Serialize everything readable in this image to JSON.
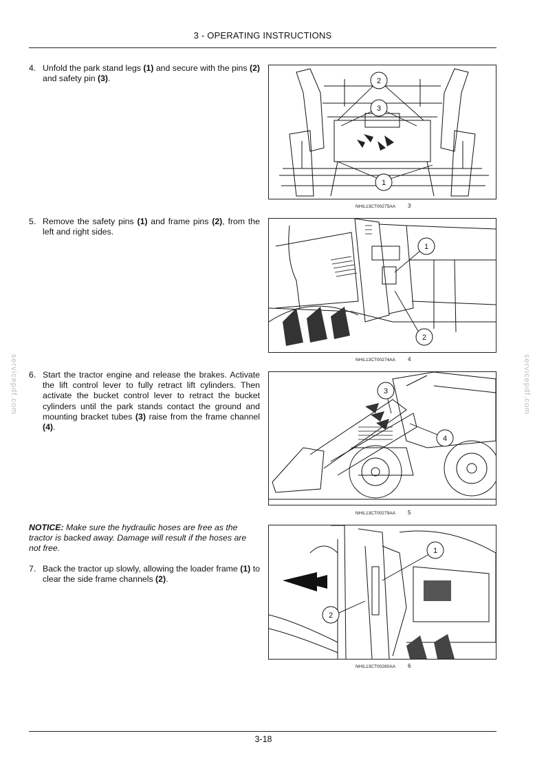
{
  "header": {
    "title": "3 - OPERATING INSTRUCTIONS"
  },
  "watermark": {
    "text": "servicepdf.com"
  },
  "steps": [
    {
      "num": "4.",
      "parts": [
        "Unfold the park stand legs ",
        "(1)",
        " and secure with the pins ",
        "(2)",
        " and safety pin ",
        "(3)",
        "."
      ]
    },
    {
      "num": "5.",
      "parts": [
        "Remove the safety pins ",
        "(1)",
        " and frame pins ",
        "(2)",
        ", from the left and right sides."
      ]
    },
    {
      "num": "6.",
      "parts": [
        "Start the tractor engine and release the brakes. Activate the lift control lever to fully retract lift cylinders. Then activate the bucket control lever to retract the bucket cylinders until the park stands contact the ground and mounting bracket tubes ",
        "(3)",
        " raise from the frame channel ",
        "(4)",
        "."
      ]
    },
    {
      "num": "7.",
      "parts": [
        "Back the tractor up slowly, allowing the loader frame ",
        "(1)",
        " to clear the side frame channels ",
        "(2)",
        "."
      ]
    }
  ],
  "notice": {
    "label": "NOTICE:",
    "text": " Make sure the hydraulic hoses are free as the tractor is backed away.  Damage will result if the hoses are not free."
  },
  "figures": [
    {
      "code": "NHIL13CT00275AA",
      "number": "3",
      "callouts": [
        "2",
        "3",
        "1"
      ]
    },
    {
      "code": "NHIL13CT00274AA",
      "number": "4",
      "callouts": [
        "1",
        "2"
      ]
    },
    {
      "code": "NHIL13CT00279AA",
      "number": "5",
      "callouts": [
        "3",
        "4"
      ]
    },
    {
      "code": "NHIL13CT00280AA",
      "number": "6",
      "callouts": [
        "1",
        "2"
      ]
    }
  ],
  "footer": {
    "page": "3-18"
  }
}
